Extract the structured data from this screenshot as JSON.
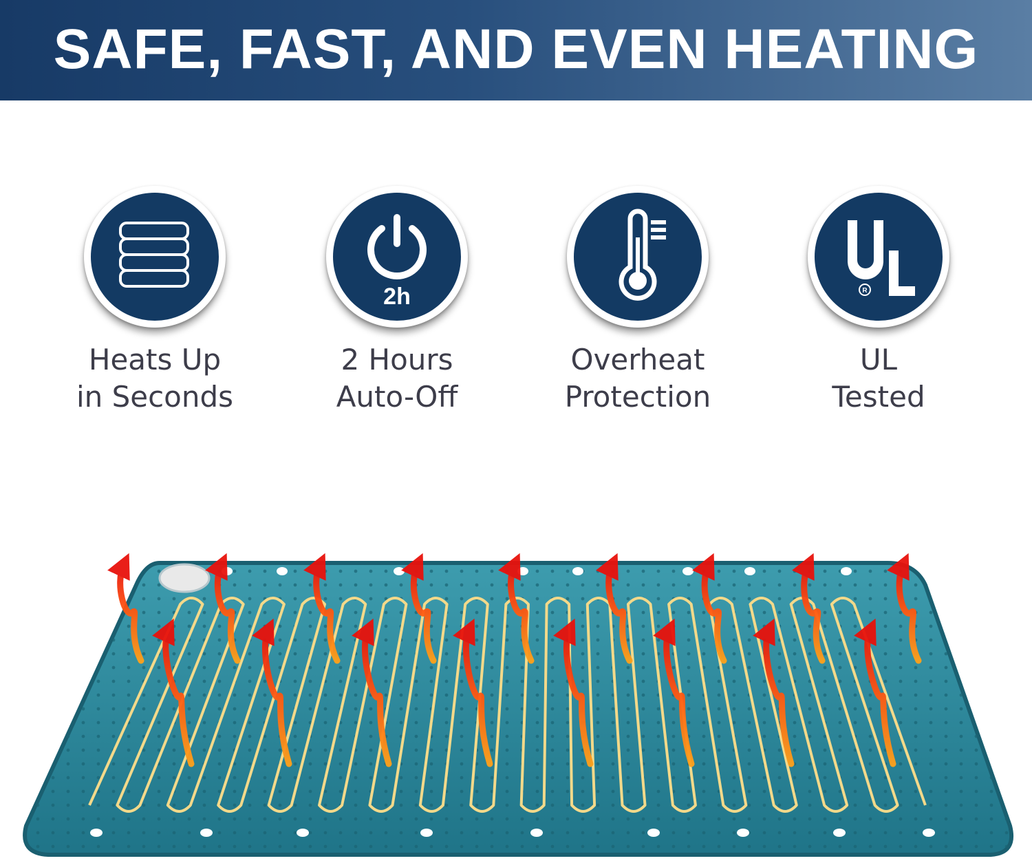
{
  "banner": {
    "title": "SAFE, FAST, AND EVEN HEATING"
  },
  "features": [
    {
      "icon": "layers-icon",
      "line1": "Heats Up",
      "line2": "in Seconds"
    },
    {
      "icon": "power-timer-icon",
      "badge_text": "2h",
      "line1": "2 Hours",
      "line2": "Auto-Off"
    },
    {
      "icon": "thermometer-icon",
      "line1": "Overheat",
      "line2": "Protection"
    },
    {
      "icon": "ul-logo-icon",
      "logo_text": "UL",
      "line1": "UL",
      "line2": "Tested"
    }
  ],
  "colors": {
    "banner_dark": "#173a66",
    "badge_navy": "#133a63",
    "pad_teal": "#2f8ea1",
    "heat_arrow": "#ff4a12"
  }
}
